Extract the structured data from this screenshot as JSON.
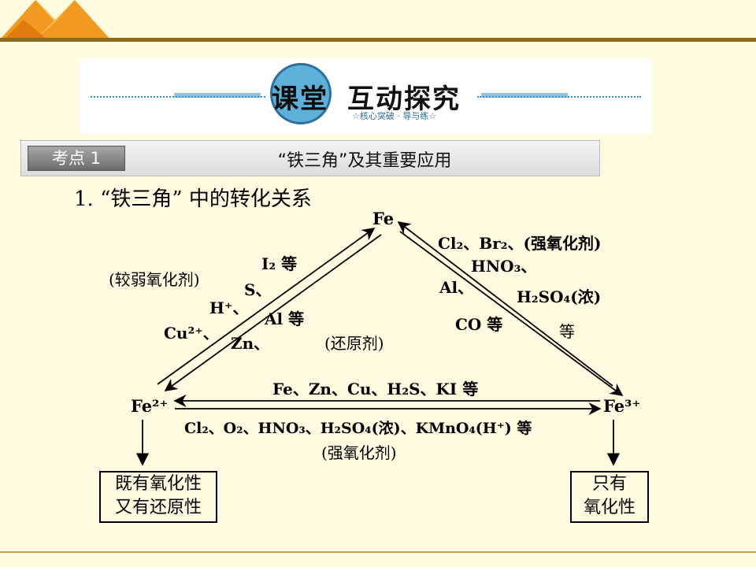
{
  "banner": {
    "main_char1": "课堂",
    "main_chars": "互动探究",
    "subtitle": "☆核心突破 · 导与练☆"
  },
  "header": {
    "tag": "考点 1",
    "title": "“铁三角”及其重要应用"
  },
  "section_title": "1. “铁三角” 中的转化关系",
  "nodes": {
    "fe": "Fe",
    "fe2": "Fe²⁺",
    "fe3": "Fe³⁺"
  },
  "labels": {
    "left_weak_oxidant": "(较弱氧化剂)",
    "left_i2": "I₂ 等",
    "left_s": "S、",
    "left_h": "H⁺、",
    "left_cu": "Cu²⁺、",
    "left_al": "Al 等",
    "left_zn": "Zn、",
    "center_reducing": "(还原剂)",
    "right_cl": "Cl₂、Br₂、(强氧化剂)",
    "right_hno3": "HNO₃、",
    "right_al": "Al、",
    "right_h2so4": "H₂SO₄(浓)",
    "right_co": "CO 等",
    "right_deng": "等",
    "bottom_top": "Fe、Zn、Cu、H₂S、KI 等",
    "bottom_mid": "Cl₂、O₂、HNO₃、H₂SO₄(浓)、KMnO₄(H⁺) 等",
    "bottom_strong": "(强氧化剂)"
  },
  "boxes": {
    "fe2_line1": "既有氧化性",
    "fe2_line2": "又有还原性",
    "fe3_line1": "只有",
    "fe3_line2": "氧化性"
  },
  "colors": {
    "background": "#fffbe0",
    "corner_orange": "#f29a1f",
    "banner_blue": "#5fb0d8"
  }
}
